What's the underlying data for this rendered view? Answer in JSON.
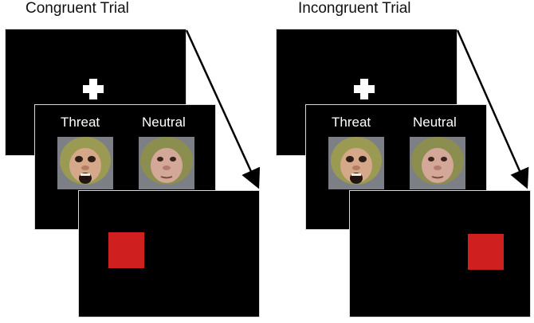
{
  "panels": [
    {
      "title": "Congruent Trial",
      "cue_labels": {
        "left": "Threat",
        "right": "Neutral"
      },
      "target_side": "left"
    },
    {
      "title": "Incongruent Trial",
      "cue_labels": {
        "left": "Threat",
        "right": "Neutral"
      },
      "target_side": "right"
    }
  ],
  "colors": {
    "screen": "#000000",
    "border": "#d9d9d9",
    "fixation": "#ffffff",
    "target": "#d01f1f",
    "face_background": "#7d7f86"
  },
  "icons": {
    "fixation": "fixation-cross-icon",
    "threat_face": "threat-monkey-face-icon",
    "neutral_face": "neutral-monkey-face-icon",
    "arrow": "time-arrow-icon"
  }
}
